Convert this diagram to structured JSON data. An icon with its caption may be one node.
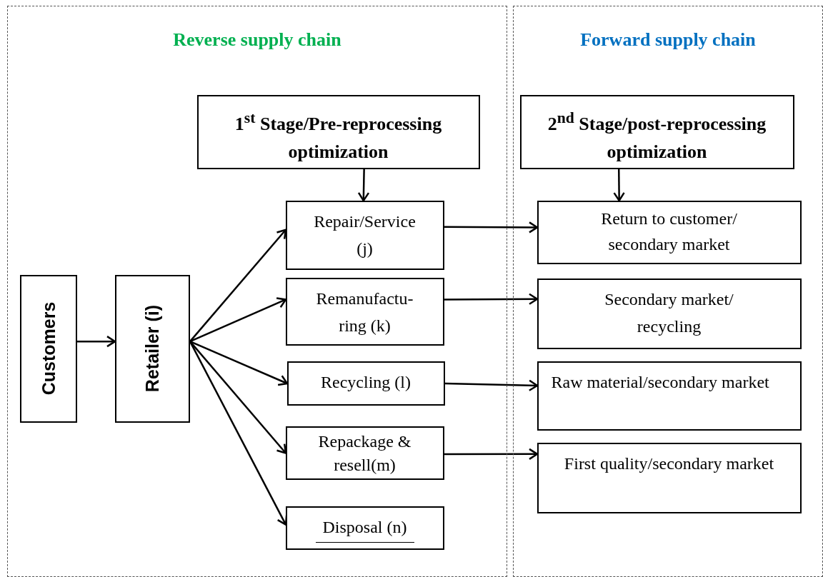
{
  "diagram": {
    "nodes": [
      {
        "text": [
          "Reverse supply chain"
        ]
      },
      {
        "text": [
          "Forward supply chain"
        ]
      },
      {
        "text": [
          "1$^{st}$ Stage/Pre-reprocessing optimization"
        ],
        "in": 0
      },
      {
        "text": [
          "2$^{nd}$ Stage/post-reprocessing optimization"
        ],
        "in": 1
      },
      {
        "text": [
          "Customers"
        ],
        "in": 0
      },
      {
        "text": [
          "Retailer (i)"
        ],
        "in": 0
      },
      {
        "text": [
          "Repair/Service (j)"
        ],
        "in": 0
      },
      {
        "text": [
          "Remanufactu- ring (k)"
        ],
        "in": 0
      },
      {
        "text": [
          "Recycling (l)"
        ],
        "in": 0
      },
      {
        "text": [
          "Repackage & resell(m)"
        ],
        "in": 0
      },
      {
        "text": [
          "Disposal (n)"
        ],
        "in": 0
      },
      {
        "text": [
          "Return to customer/ secondary market"
        ],
        "in": 1
      },
      {
        "text": [
          "Secondary market/ recycling"
        ],
        "in": 1
      },
      {
        "text": [
          "Raw material/secondary market"
        ],
        "in": 1
      },
      {
        "text": [
          "First quality/secondary market"
        ],
        "in": 1
      }
    ],
    "edges": [
      {
        "from": 4,
        "to": 5,
        "arrow": "to"
      },
      {
        "from": 5,
        "to": 6,
        "arrow": "to"
      },
      {
        "from": 5,
        "to": 7,
        "arrow": "to"
      },
      {
        "from": 5,
        "to": 8,
        "arrow": "to"
      },
      {
        "from": 5,
        "to": 9,
        "arrow": "to"
      },
      {
        "from": 5,
        "to": 10,
        "arrow": "to"
      },
      {
        "from": 2,
        "to": 6,
        "arrow": "to"
      },
      {
        "from": 3,
        "to": 11,
        "arrow": "to"
      },
      {
        "from": 6,
        "to": 11,
        "arrow": "to"
      },
      {
        "from": 7,
        "to": 12,
        "arrow": "to"
      },
      {
        "from": 8,
        "to": 13,
        "arrow": "to"
      },
      {
        "from": 9,
        "to": 14,
        "arrow": "to"
      }
    ]
  }
}
